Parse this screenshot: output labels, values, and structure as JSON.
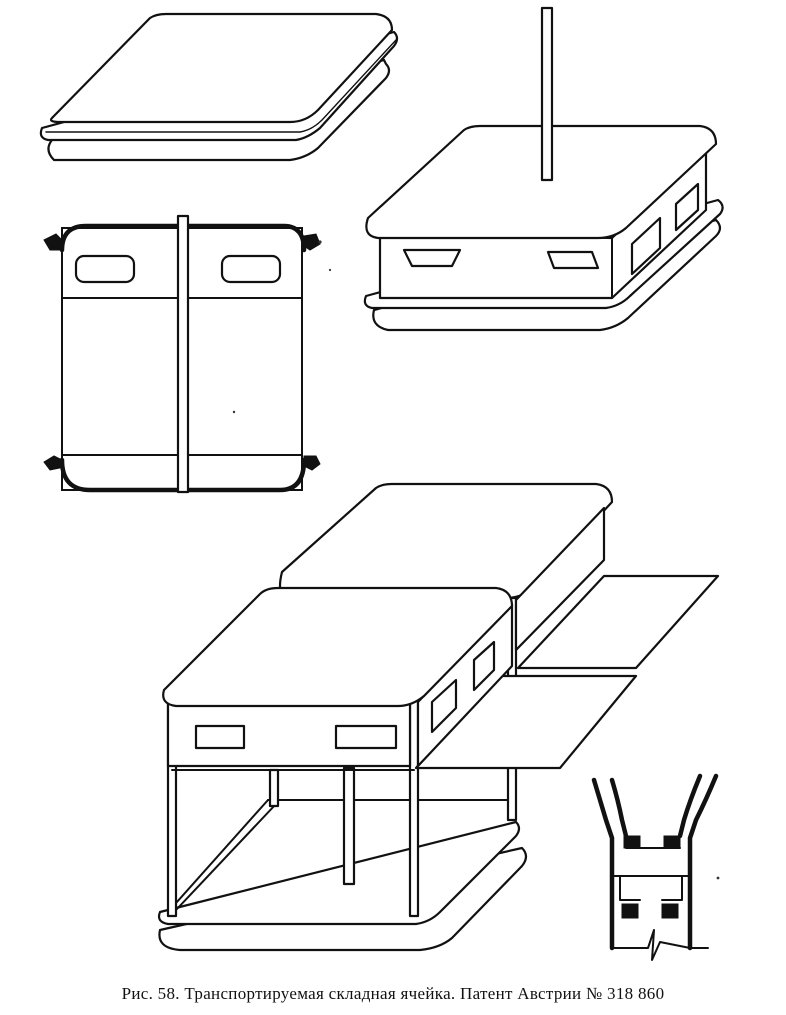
{
  "figure": {
    "caption": "Рис. 58. Транспортируемая складная ячейка. Патент Австрии № 318 860",
    "panels": [
      {
        "name": "container-lid"
      },
      {
        "name": "container-cross-section"
      },
      {
        "name": "container-closed-perspective"
      },
      {
        "name": "container-expanded-perspective"
      },
      {
        "name": "joint-detail"
      }
    ],
    "ink_color": "#111111",
    "paper_color": "#ffffff"
  }
}
